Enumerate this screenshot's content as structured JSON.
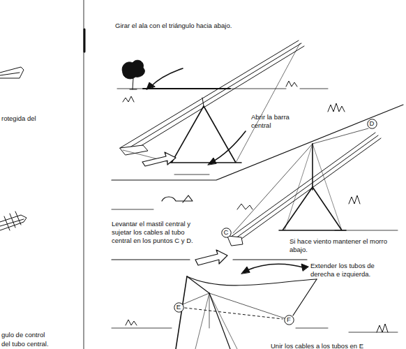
{
  "diagram": {
    "nodes": [
      {
        "text": [
          "D"
        ]
      },
      {
        "text": [
          "C"
        ]
      },
      {
        "text": [
          "E"
        ]
      },
      {
        "text": [
          "F"
        ]
      }
    ],
    "edges": [
      {
        "from": 2,
        "to": 3,
        "arrow": "none"
      }
    ],
    "labels": [
      "rotegida del",
      "gulo de control",
      "del tubo central.",
      "Girar el ala con el triángulo hacia abajo.",
      "Abrir la barra central",
      "Levantar el mastil central y sujetar los cables al tubo central en los puntos C y D.",
      "Si hace viento mantener el morro abajo.",
      "Extender los tubos de derecha e izquierda.",
      "Unir los cables a los tubos en E"
    ]
  }
}
